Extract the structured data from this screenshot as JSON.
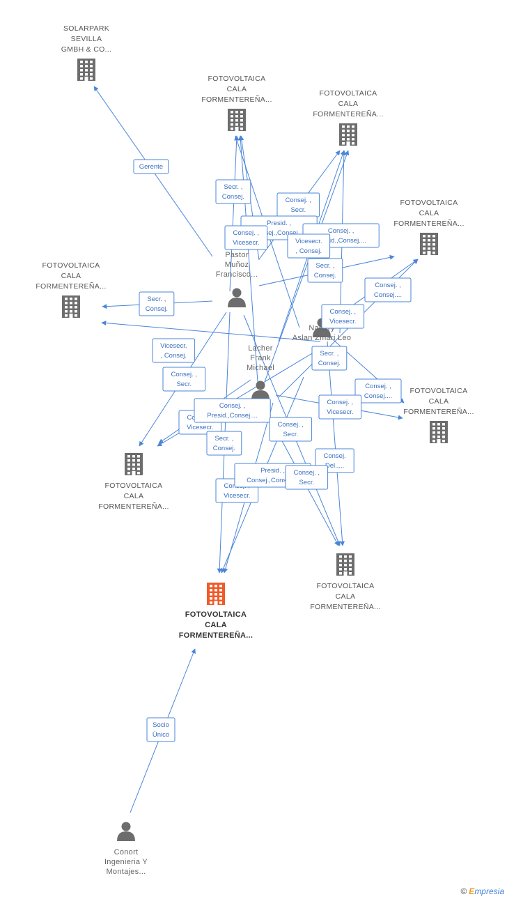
{
  "colors": {
    "edge": "#4a86d8",
    "building": "#6d6d6d",
    "main_building": "#f05a28",
    "person": "#6d6d6d"
  },
  "nodes": [
    {
      "id": "solarpark",
      "type": "company",
      "icon": "building-icon",
      "label": [
        "SOLARPARK",
        "SEVILLA",
        "GMBH & CO..."
      ]
    },
    {
      "id": "fv1",
      "type": "company",
      "icon": "building-icon",
      "label": [
        "FOTOVOLTAICA",
        "CALA",
        "FORMENTEREÑA..."
      ]
    },
    {
      "id": "fv2",
      "type": "company",
      "icon": "building-icon",
      "label": [
        "FOTOVOLTAICA",
        "CALA",
        "FORMENTEREÑA..."
      ]
    },
    {
      "id": "fv3",
      "type": "company",
      "icon": "building-icon",
      "label": [
        "FOTOVOLTAICA",
        "CALA",
        "FORMENTEREÑA..."
      ]
    },
    {
      "id": "fv4",
      "type": "company",
      "icon": "building-icon",
      "label": [
        "FOTOVOLTAICA",
        "CALA",
        "FORMENTEREÑA..."
      ]
    },
    {
      "id": "fv5",
      "type": "company",
      "icon": "building-icon",
      "label": [
        "FOTOVOLTAICA",
        "CALA",
        "FORMENTEREÑA..."
      ]
    },
    {
      "id": "fv6",
      "type": "company",
      "icon": "building-icon",
      "label": [
        "FOTOVOLTAICA",
        "CALA",
        "FORMENTEREÑA..."
      ]
    },
    {
      "id": "fv7",
      "type": "company",
      "icon": "building-icon",
      "label": [
        "FOTOVOLTAICA",
        "CALA",
        "FORMENTEREÑA..."
      ]
    },
    {
      "id": "main",
      "type": "main",
      "icon": "building-icon",
      "label": [
        "FOTOVOLTAICA",
        "CALA",
        "FORMENTEREÑA..."
      ]
    },
    {
      "id": "pastor",
      "type": "person",
      "icon": "person-icon",
      "label": [
        "Pastor",
        "Muñoz",
        "Francisco..."
      ]
    },
    {
      "id": "nadery",
      "type": "person",
      "icon": "person-icon",
      "label": [
        "Nadery",
        "Aslan Zmari Leo"
      ]
    },
    {
      "id": "lacher",
      "type": "person",
      "icon": "person-icon",
      "label": [
        "Lacher",
        "Frank",
        "Michael"
      ]
    },
    {
      "id": "conort",
      "type": "person",
      "icon": "person-icon",
      "label": [
        "Conort",
        "Ingenieria Y",
        "Montajes..."
      ]
    }
  ],
  "edge_labels": [
    {
      "id": "l_gerente",
      "lines": [
        "Gerente"
      ]
    },
    {
      "id": "l1",
      "lines": [
        "Secr. ,",
        "Consej."
      ]
    },
    {
      "id": "l2",
      "lines": [
        "Consej. ,",
        "Secr."
      ]
    },
    {
      "id": "l3",
      "lines": [
        "Presid. ,",
        "Consej.,Consej...."
      ]
    },
    {
      "id": "l4",
      "lines": [
        "Consej. ,",
        "Vicesecr."
      ]
    },
    {
      "id": "l5",
      "lines": [
        "Consej. ,",
        "Presid.,Consej...."
      ]
    },
    {
      "id": "l6",
      "lines": [
        "Vicesecr.",
        ", Consej."
      ]
    },
    {
      "id": "l7",
      "lines": [
        "Secr. ,",
        "Consej."
      ]
    },
    {
      "id": "l8",
      "lines": [
        "Consej. ,",
        "Consej...."
      ]
    },
    {
      "id": "l9",
      "lines": [
        "Secr. ,",
        "Consej."
      ]
    },
    {
      "id": "l10",
      "lines": [
        "Consej. ,",
        "Vicesecr."
      ]
    },
    {
      "id": "l11",
      "lines": [
        "Vicesecr.",
        ", Consej."
      ]
    },
    {
      "id": "l12",
      "lines": [
        "Secr. ,",
        "Consej."
      ]
    },
    {
      "id": "l13",
      "lines": [
        "Consej. ,",
        "Secr."
      ]
    },
    {
      "id": "l14",
      "lines": [
        "Consej. ,",
        "Consej...."
      ]
    },
    {
      "id": "l15",
      "lines": [
        "Consej. ,",
        "Vicesecr."
      ]
    },
    {
      "id": "l16",
      "lines": [
        "Consej. ,",
        "Vicesecr."
      ]
    },
    {
      "id": "l17",
      "lines": [
        "Consej. ,",
        "Presid.,Consej...."
      ]
    },
    {
      "id": "l18",
      "lines": [
        "Secr. ,",
        "Consej."
      ]
    },
    {
      "id": "l19",
      "lines": [
        "Consej. ,",
        "Secr."
      ]
    },
    {
      "id": "l20",
      "lines": [
        "Consej.",
        "Del.,..."
      ]
    },
    {
      "id": "l21",
      "lines": [
        "Consej. ,",
        "Vicesecr."
      ]
    },
    {
      "id": "l22",
      "lines": [
        "Presid. ,",
        "Consej.,Consej...."
      ]
    },
    {
      "id": "l23",
      "lines": [
        "Consej. ,",
        "Secr."
      ]
    },
    {
      "id": "l_socio",
      "lines": [
        "Socio",
        "Único"
      ]
    }
  ],
  "brand": {
    "copyright": "©",
    "initial": "E",
    "name": "mpresia"
  }
}
